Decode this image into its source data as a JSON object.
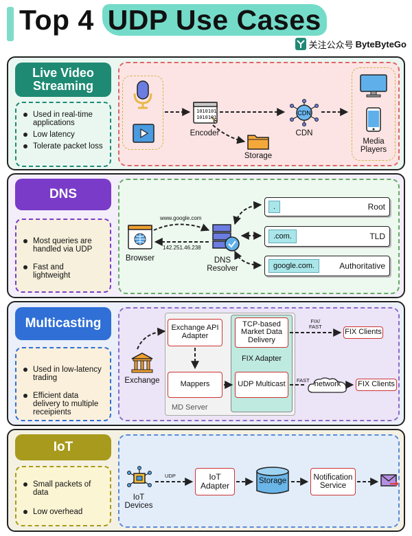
{
  "header": {
    "title_pre": "Top 4 ",
    "title_hl": "UDP Use Cases",
    "brand_cn": "关注公众号",
    "brand": "ByteByteGo"
  },
  "video": {
    "heading_line1": "Live Video",
    "heading_line2": "Streaming",
    "bullets": [
      "Used in real-time applications",
      "Low latency",
      "Tolerate packet loss"
    ],
    "encoder": "Encoder",
    "storage": "Storage",
    "cdn": "CDN",
    "cdn_badge": "CDN",
    "media_line1": "Media",
    "media_line2": "Players",
    "binary1": "1010101",
    "binary2": "1010101"
  },
  "dns": {
    "heading": "DNS",
    "bullets": [
      "Most queries are handled via UDP",
      "Fast and lightweight"
    ],
    "browser": "Browser",
    "resolver_line1": "DNS",
    "resolver_line2": "Resolver",
    "query": "www.google.com",
    "ip": "142.251.46.238",
    "rows": [
      {
        "tag": ".",
        "name": "Root"
      },
      {
        "tag": ".com.",
        "name": "TLD"
      },
      {
        "tag": "google.com.",
        "name": "Authoritative"
      }
    ]
  },
  "multicast": {
    "heading": "Multicasting",
    "bullets": [
      "Used in low-latency trading",
      "Efficient data delivery to multiple receipients"
    ],
    "exchange": "Exchange",
    "api_adapter": "Exchange API Adapter",
    "mappers": "Mappers",
    "tcp_delivery": "TCP-based Market Data Delivery",
    "fix_adapter": "FIX Adapter",
    "udp_multicast": "UDP Multicast",
    "md_server": "MD Server",
    "fix_fast_line1": "FIX/",
    "fix_fast_line2": "FAST",
    "fast": "FAST",
    "network": "network",
    "fix_clients": "FIX Clients"
  },
  "iot": {
    "heading": "IoT",
    "bullets": [
      "Small packets of data",
      "Low overhead"
    ],
    "devices_line1": "IoT",
    "devices_line2": "Devices",
    "udp": "UDP",
    "adapter": "IoT Adapter",
    "storage": "Storage",
    "notification": "Notification Service"
  },
  "colors": {
    "teal_head": "#1f8a74",
    "purple_head": "#7a3bc8",
    "blue_head": "#2f6fd6",
    "olive_head": "#a89a1c",
    "video_bg": "#fde4e4",
    "dns_bg": "#f0ebf8",
    "multicast_bg": "#ece4f7",
    "iot_bg": "#e3edfa"
  }
}
